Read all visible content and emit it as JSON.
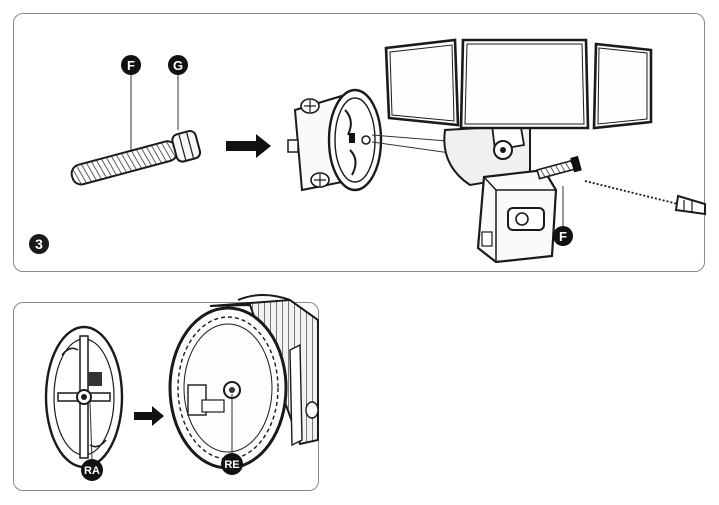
{
  "step_number": "3",
  "labels": {
    "screw": "F",
    "bolt_head": "G",
    "screw_installed": "F",
    "mounting_plate": "RA",
    "housing_hole": "RE"
  }
}
